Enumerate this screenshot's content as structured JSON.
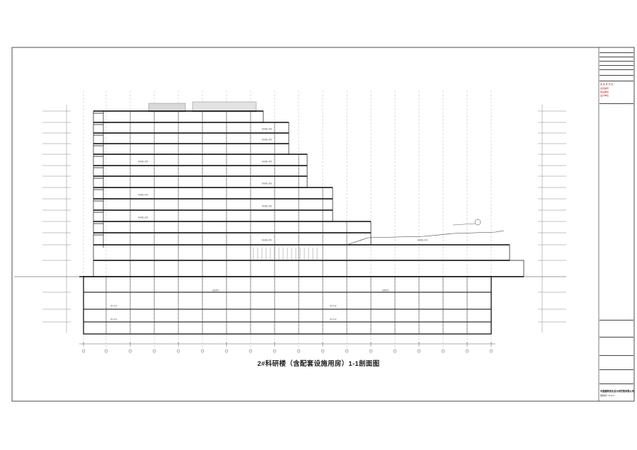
{
  "drawing": {
    "title": "2#科研楼（含配套设施用房）1-1剖面图",
    "room_labels": [
      "科研楼公用房",
      "科研楼公用房",
      "科研楼公用房",
      "科研楼公用房",
      "科研楼公用房",
      "科研楼公用房",
      "科研楼公用房",
      "科研楼公用房",
      "科研楼公用房",
      "科研楼公用房",
      "地下车库",
      "地下车库",
      "地下车库",
      "地下车库",
      "设备用房",
      "配套用房"
    ],
    "stamp_lines": [
      "会 签 意 见 栏",
      "合同编号",
      "建设单位",
      "设计单位"
    ],
    "company": "中国建筑西北设计研究院有限公司",
    "page_ref": "图纸编号 JS-10-0"
  },
  "colors": {
    "line": "#111111",
    "slab": "#000000",
    "grid": "#9a9a9a",
    "roof_grey": "#d9d9d9",
    "stamp_red": "#b01010"
  }
}
